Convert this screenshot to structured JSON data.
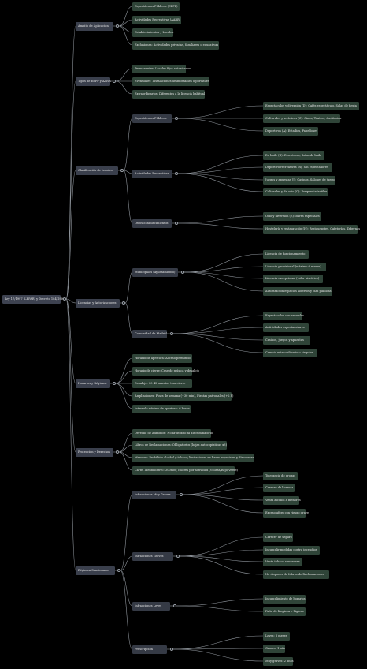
{
  "root": "Ley 17/1997 (LEPAR) y Decreto 184/1998",
  "branches": [
    {
      "label": "Ámbito de Aplicación",
      "children": [
        {
          "label": "Espectáculos Públicos (EEPP)"
        },
        {
          "label": "Actividades Recreativas (AARR)"
        },
        {
          "label": "Establecimientos y Locales"
        },
        {
          "label": "Exclusiones: Actividades privadas, familiares o educativas"
        }
      ]
    },
    {
      "label": "Tipos de EEPP y AARR",
      "children": [
        {
          "label": "Permanentes: Locales fijos autorizados"
        },
        {
          "label": "Eventuales: Instalaciones desmontables o portátiles"
        },
        {
          "label": "Extraordinarios: Diferentes a la licencia habitual"
        }
      ]
    },
    {
      "label": "Clasificación de Locales",
      "children": [
        {
          "label": "Espectáculos Públicos",
          "children": [
            {
              "label": "Espectáculos y diversión (D): Cafés espectáculo, Salas de fiesta"
            },
            {
              "label": "Culturales y artísticos (C): Cines, Teatros, Auditorios"
            },
            {
              "label": "Deportivos (A): Estadios, Pabellones"
            }
          ]
        },
        {
          "label": "Actividades Recreativas",
          "children": [
            {
              "label": "De baile (B): Discotecas, Salas de baile"
            },
            {
              "label": "Deportivo-recreativas (R): Sin espectadores"
            },
            {
              "label": "Juegos y apuestas (J): Casinos, Salones de juego"
            },
            {
              "label": "Culturales y de ocio (O): Parques infantiles"
            }
          ]
        },
        {
          "label": "Otros Establecimientos",
          "children": [
            {
              "label": "Ocio y diversión (E): Bares especiales"
            },
            {
              "label": "Hostelería y restauración (H): Restaurantes, Cafeterías, Tabernas"
            }
          ]
        }
      ]
    },
    {
      "label": "Licencias y Autorizaciones",
      "children": [
        {
          "label": "Municipales (Ayuntamiento)",
          "children": [
            {
              "label": "Licencia de funcionamiento"
            },
            {
              "label": "Licencia provisional (máximo 6 meses)"
            },
            {
              "label": "Licencia excepcional (valor histórico)"
            },
            {
              "label": "Autorización espacios abiertos y vías públicas"
            }
          ]
        },
        {
          "label": "Comunidad de Madrid",
          "children": [
            {
              "label": "Espectáculos con animales"
            },
            {
              "label": "Actividades espectaculares"
            },
            {
              "label": "Casinos, juegos y apuestas"
            },
            {
              "label": "Cambio extraordinario o singular"
            }
          ]
        }
      ]
    },
    {
      "label": "Horarios y Régimen",
      "children": [
        {
          "label": "Horario de apertura: Acceso permitido"
        },
        {
          "label": "Horario de cierre: Cese de música y desalojo"
        },
        {
          "label": "Desalojo: 30-45 minutos tras cierre"
        },
        {
          "label": "Ampliaciones: Fines de semana (+30 min), Fiestas patronales (+2 h)"
        },
        {
          "label": "Intervalo mínimo de apertura: 6 horas"
        }
      ]
    },
    {
      "label": "Protección y Derechos",
      "children": [
        {
          "label": "Derecho de Admisión: No arbitrario ni discriminatorio"
        },
        {
          "label": "Libros de Reclamaciones: Obligatorios (hojas autocopiativas x3)"
        },
        {
          "label": "Menores: Prohibido alcohol y tabaco; limitaciones en bares especiales y discotecas"
        },
        {
          "label": "Cartel Identificativo: 300mm; colores por actividad (Violeta/Rojo/Verde)"
        }
      ]
    },
    {
      "label": "Régimen Sancionador",
      "children": [
        {
          "label": "Infracciones Muy Graves",
          "children": [
            {
              "label": "Tolerancia de drogas"
            },
            {
              "label": "Carecer de licencia"
            },
            {
              "label": "Venta alcohol a menores"
            },
            {
              "label": "Exceso aforo con riesgo grave"
            }
          ]
        },
        {
          "label": "Infracciones Graves",
          "children": [
            {
              "label": "Carecer de seguro"
            },
            {
              "label": "Incumplir medidas contra incendios"
            },
            {
              "label": "Venta tabaco a menores"
            },
            {
              "label": "No disponer de Libros de Reclamaciones"
            }
          ]
        },
        {
          "label": "Infracciones Leves",
          "children": [
            {
              "label": "Incumplimiento de horarios"
            },
            {
              "label": "Falta de limpieza e higiene"
            }
          ]
        },
        {
          "label": "Prescripción",
          "children": [
            {
              "label": "Leves: 6 meses"
            },
            {
              "label": "Graves: 1 año"
            },
            {
              "label": "Muy graves: 2 años"
            }
          ]
        }
      ]
    }
  ]
}
